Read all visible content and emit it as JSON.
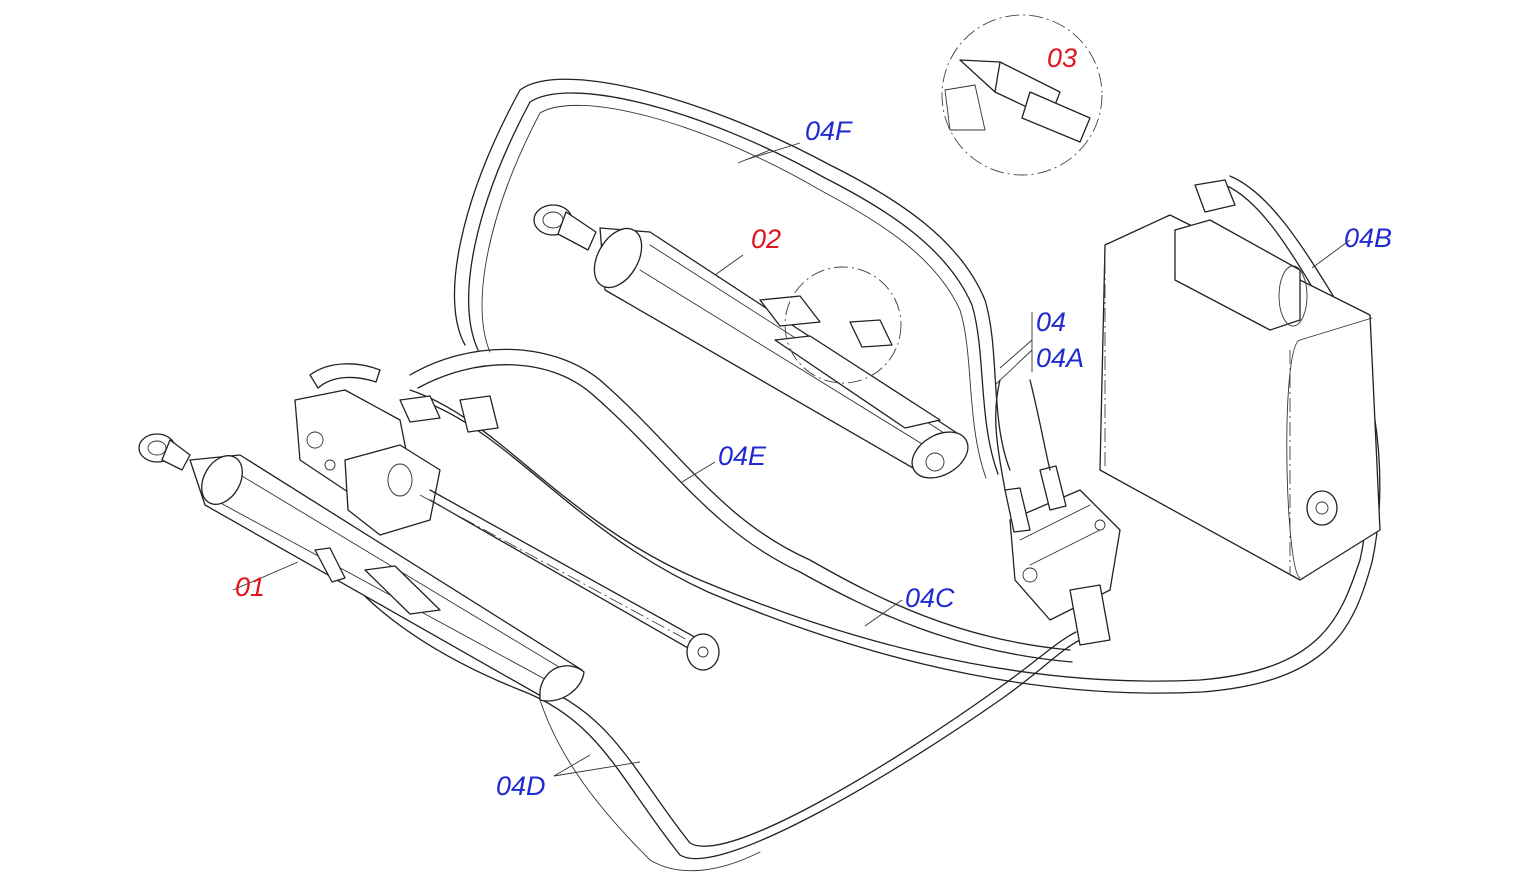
{
  "colors": {
    "main_part_label": "#e0141e",
    "sub_part_label": "#1f2bd0",
    "line": "#222222"
  },
  "labels": {
    "part_01": "01",
    "part_02": "02",
    "part_03": "03",
    "part_04": "04",
    "part_04A": "04A",
    "part_04B": "04B",
    "part_04C": "04C",
    "part_04D": "04D",
    "part_04E": "04E",
    "part_04F": "04F"
  }
}
